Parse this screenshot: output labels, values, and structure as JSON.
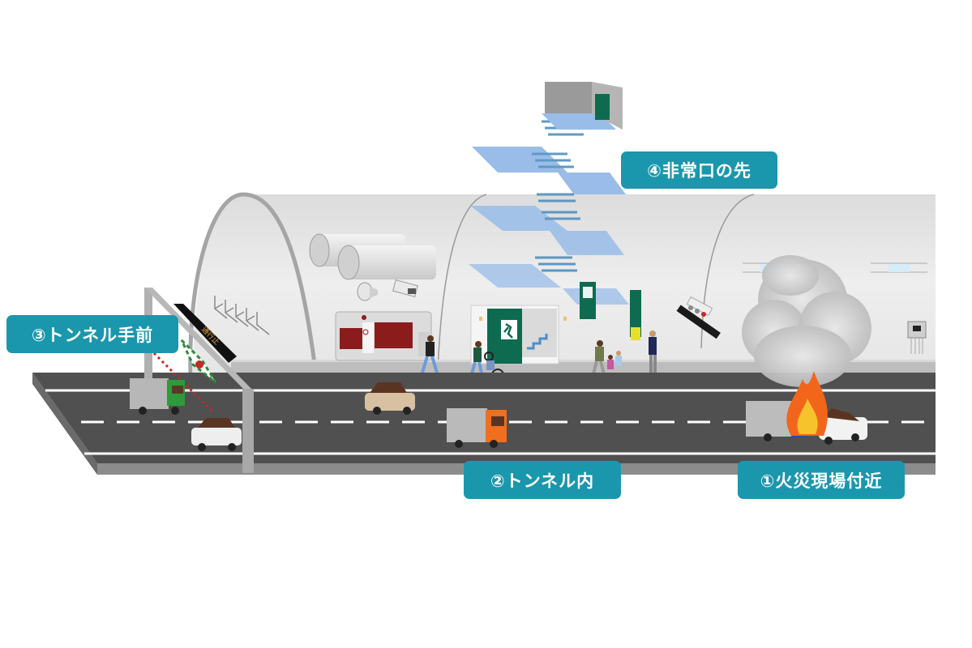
{
  "diagram": {
    "subject": "tunnel-fire-evacuation-zones",
    "colors": {
      "label_bg": "#1b97ad",
      "label_text": "#ffffff",
      "tunnel_wall": "#e3e3e3",
      "road": "#505050",
      "emergency_green": "#0e6b4f",
      "fire_orange": "#f26a1b",
      "stair_blue": "#8fb6e6"
    },
    "labels": [
      {
        "id": 1,
        "text": "①火災現場付近"
      },
      {
        "id": 2,
        "text": "②トンネル内"
      },
      {
        "id": 3,
        "text": "③トンネル手前"
      },
      {
        "id": 4,
        "text": "④非常口の先"
      }
    ]
  }
}
